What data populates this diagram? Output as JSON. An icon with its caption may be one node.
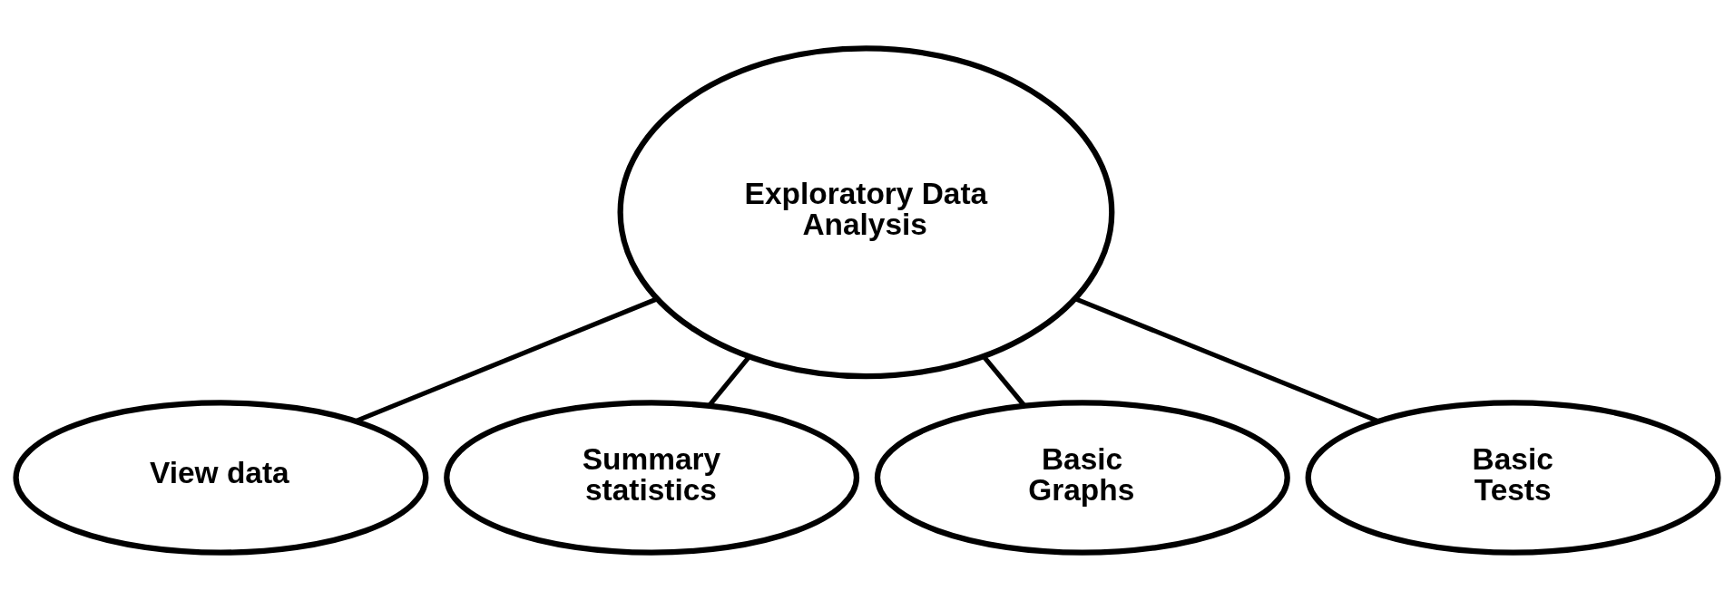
{
  "diagram": {
    "nodes": [
      {
        "text": [
          "Exploratory Data Analysis"
        ]
      },
      {
        "text": [
          "View data"
        ]
      },
      {
        "text": [
          "Summary statistics"
        ]
      },
      {
        "text": [
          "Basic Graphs"
        ]
      },
      {
        "text": [
          "Basic Tests"
        ]
      }
    ],
    "edges": [
      {
        "from": 0,
        "to": 1,
        "arrow": "none"
      },
      {
        "from": 0,
        "to": 2,
        "arrow": "none"
      },
      {
        "from": 0,
        "to": 3,
        "arrow": "none"
      },
      {
        "from": 0,
        "to": 4,
        "arrow": "none"
      }
    ]
  }
}
